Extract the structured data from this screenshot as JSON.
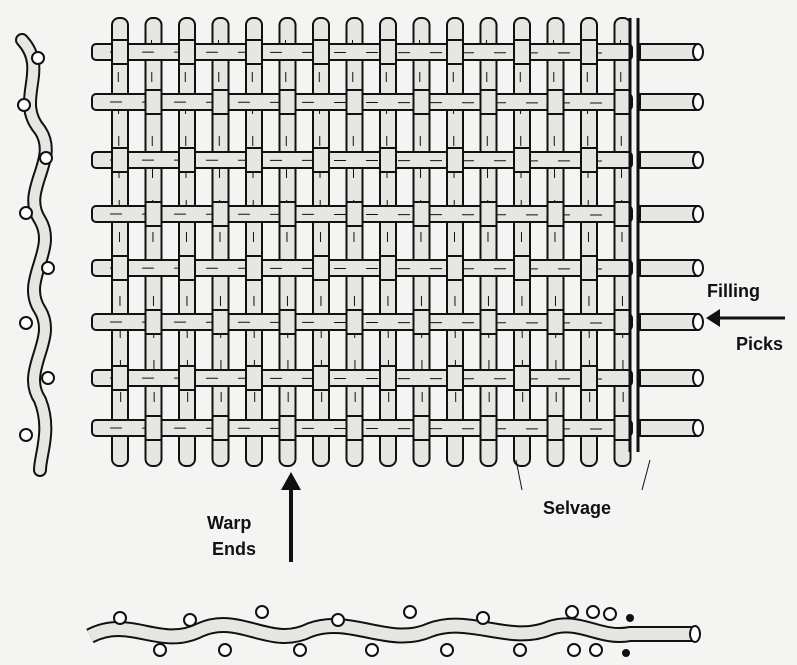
{
  "labels": {
    "filling": "Filling",
    "picks": "Picks",
    "warp": "Warp",
    "ends": "Ends",
    "selvage": "Selvage"
  },
  "colors": {
    "ink": "#111111",
    "yarn": "#e6e6e3",
    "background": "#f4f4f2"
  }
}
